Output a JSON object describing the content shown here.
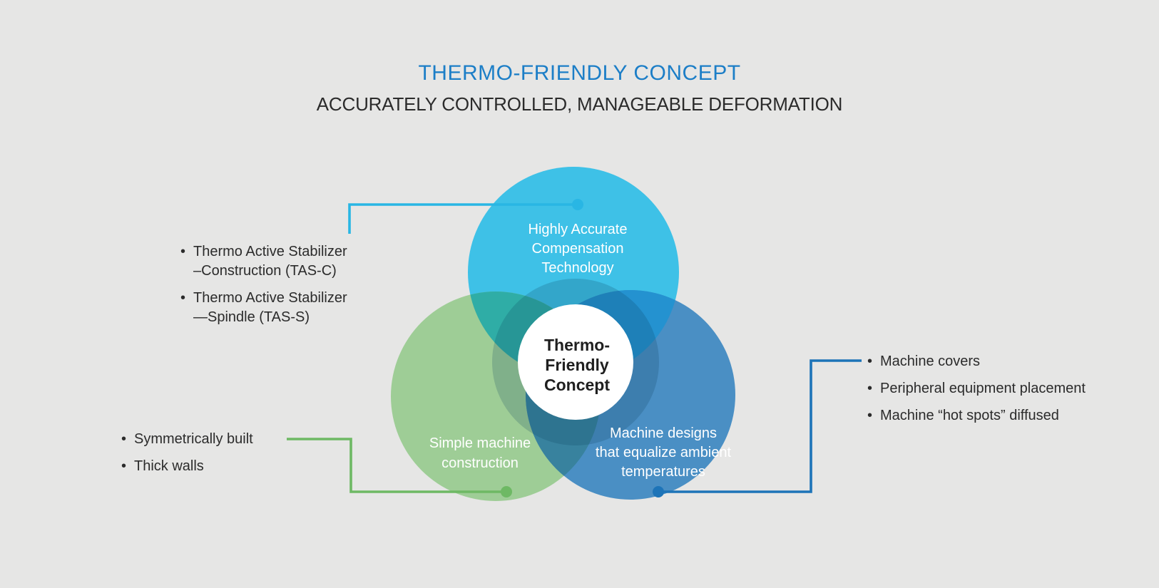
{
  "header": {
    "title": "THERMO-FRIENDLY CONCEPT",
    "subtitle": "ACCURATELY CONTROLLED, MANAGEABLE DEFORMATION"
  },
  "glyphs": {
    "bullet": "•"
  },
  "colors": {
    "background": "#e6e6e5",
    "title_blue": "#1c7ec7",
    "body_text": "#2b2b2b",
    "venn_cyan": "#3ec1e7",
    "venn_green": "#9ecd96",
    "venn_blue": "#4a8fc4",
    "overlap_cyan_green": "#2fada6",
    "overlap_cyan_blue": "#2492d0",
    "overlap_green_blue": "#38829e",
    "center_halo": "rgba(11,60,90,0.20)",
    "center_circle_fill": "#ffffff",
    "connector_cyan": "#29b6e4",
    "connector_green": "#6eb964",
    "connector_blue": "#1d74b8"
  },
  "venn": {
    "center_circle": {
      "lines": [
        "Thermo-",
        "Friendly",
        "Concept"
      ]
    },
    "top_circle": {
      "lines": [
        "Highly Accurate",
        "Compensation",
        "Technology"
      ]
    },
    "left_circle": {
      "lines": [
        "Simple machine",
        "construction"
      ]
    },
    "right_circle": {
      "lines": [
        "Machine designs",
        "that equalize ambient",
        "temperatures"
      ]
    }
  },
  "annotations": {
    "top_left": {
      "items": [
        {
          "line1": "Thermo Active Stabilizer",
          "line2": "–Construction (TAS-C)"
        },
        {
          "line1": "Thermo Active Stabilizer",
          "line2": "—Spindle (TAS-S)"
        }
      ]
    },
    "bottom_left": {
      "items": [
        "Symmetrically built",
        "Thick walls"
      ]
    },
    "right": {
      "items": [
        "Machine covers",
        "Peripheral equipment placement",
        "Machine “hot spots” diffused"
      ]
    }
  }
}
